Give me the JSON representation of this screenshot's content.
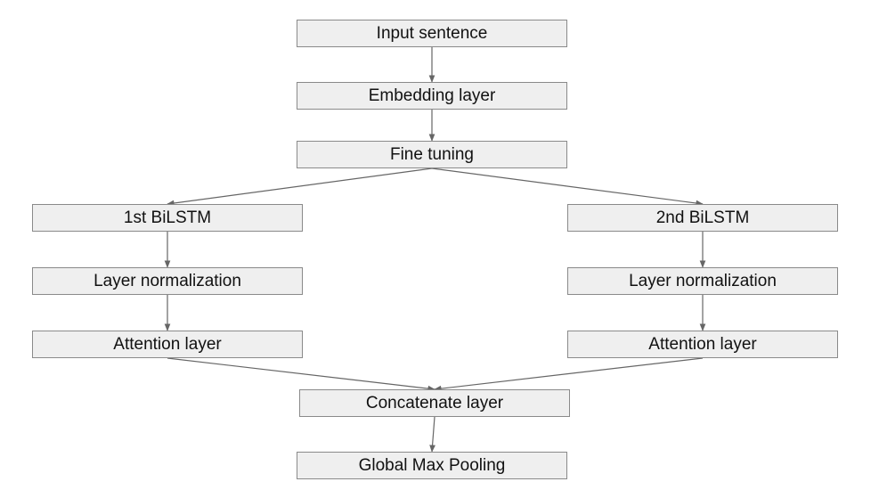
{
  "diagram": {
    "colors": {
      "box_fill": "#efefef",
      "box_border": "#8a8a8a",
      "arrow": "#666666",
      "text": "#111111"
    },
    "nodes": {
      "input": "Input sentence",
      "embedding": "Embedding layer",
      "fine_tuning": "Fine tuning",
      "bilstm_1": "1st BiLSTM",
      "bilstm_2": "2nd BiLSTM",
      "layer_norm_1": "Layer normalization",
      "layer_norm_2": "Layer normalization",
      "attention_1": "Attention layer",
      "attention_2": "Attention layer",
      "concatenate": "Concatenate layer",
      "pooling": "Global Max Pooling"
    },
    "edges": [
      [
        "input",
        "embedding"
      ],
      [
        "embedding",
        "fine_tuning"
      ],
      [
        "fine_tuning",
        "bilstm_1"
      ],
      [
        "fine_tuning",
        "bilstm_2"
      ],
      [
        "bilstm_1",
        "layer_norm_1"
      ],
      [
        "bilstm_2",
        "layer_norm_2"
      ],
      [
        "layer_norm_1",
        "attention_1"
      ],
      [
        "layer_norm_2",
        "attention_2"
      ],
      [
        "attention_1",
        "concatenate"
      ],
      [
        "attention_2",
        "concatenate"
      ],
      [
        "concatenate",
        "pooling"
      ]
    ]
  }
}
